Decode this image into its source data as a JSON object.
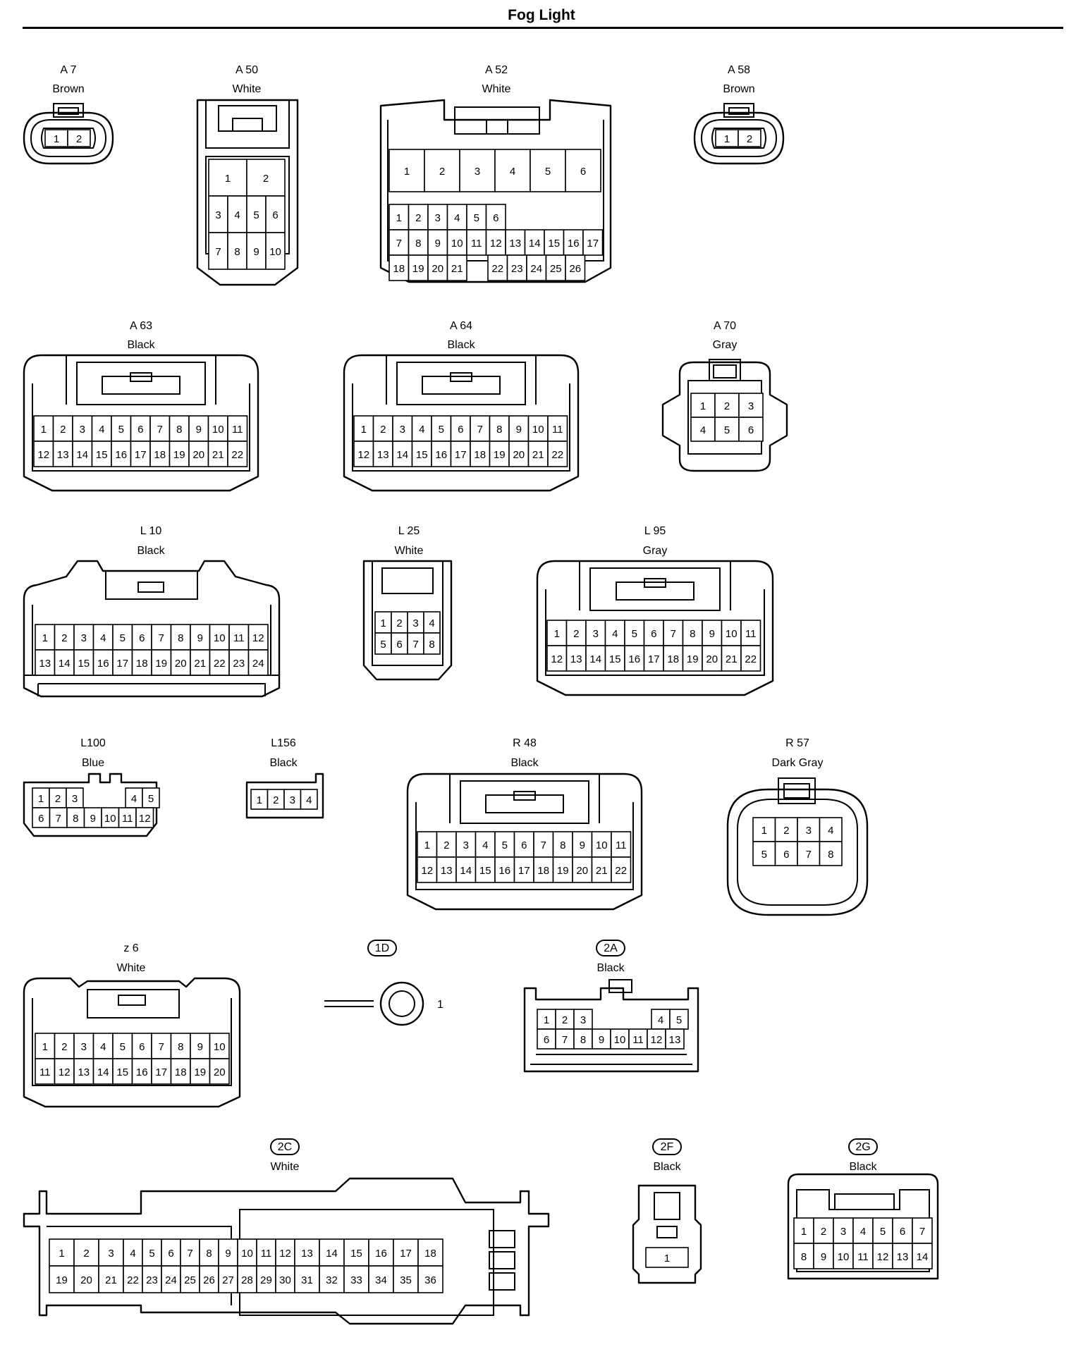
{
  "title": "Fog Light",
  "connectors": [
    {
      "id": "A 7",
      "color": "Brown",
      "pins": [
        [
          "1",
          "2"
        ]
      ]
    },
    {
      "id": "A 50",
      "color": "White",
      "pins": [
        [
          "1",
          "2"
        ],
        [
          "3",
          "4",
          "5",
          "6"
        ],
        [
          "7",
          "8",
          "9",
          "10"
        ]
      ]
    },
    {
      "id": "A 52",
      "color": "White",
      "pins": [
        [
          "1",
          "2",
          "3",
          "4",
          "5",
          "6"
        ],
        [
          "7",
          "8",
          "9",
          "10",
          "11",
          "12",
          "13",
          "14",
          "15",
          "16",
          "17"
        ],
        [
          "18",
          "19",
          "20",
          "21",
          "",
          "22",
          "23",
          "24",
          "25",
          "26"
        ]
      ]
    },
    {
      "id": "A 58",
      "color": "Brown",
      "pins": [
        [
          "1",
          "2"
        ]
      ]
    },
    {
      "id": "A 63",
      "color": "Black",
      "pins": [
        [
          "1",
          "2",
          "3",
          "4",
          "5",
          "6",
          "7",
          "8",
          "9",
          "10",
          "11"
        ],
        [
          "12",
          "13",
          "14",
          "15",
          "16",
          "17",
          "18",
          "19",
          "20",
          "21",
          "22"
        ]
      ]
    },
    {
      "id": "A 64",
      "color": "Black",
      "pins": [
        [
          "1",
          "2",
          "3",
          "4",
          "5",
          "6",
          "7",
          "8",
          "9",
          "10",
          "11"
        ],
        [
          "12",
          "13",
          "14",
          "15",
          "16",
          "17",
          "18",
          "19",
          "20",
          "21",
          "22"
        ]
      ]
    },
    {
      "id": "A 70",
      "color": "Gray",
      "pins": [
        [
          "1",
          "2",
          "3"
        ],
        [
          "4",
          "5",
          "6"
        ]
      ]
    },
    {
      "id": "L 10",
      "color": "Black",
      "pins": [
        [
          "1",
          "2",
          "3",
          "4",
          "5",
          "6",
          "7",
          "8",
          "9",
          "10",
          "11",
          "12"
        ],
        [
          "13",
          "14",
          "15",
          "16",
          "17",
          "18",
          "19",
          "20",
          "21",
          "22",
          "23",
          "24"
        ]
      ]
    },
    {
      "id": "L 25",
      "color": "White",
      "pins": [
        [
          "1",
          "2",
          "3",
          "4"
        ],
        [
          "5",
          "6",
          "7",
          "8"
        ]
      ]
    },
    {
      "id": "L 95",
      "color": "Gray",
      "pins": [
        [
          "1",
          "2",
          "3",
          "4",
          "5",
          "6",
          "7",
          "8",
          "9",
          "10",
          "11"
        ],
        [
          "12",
          "13",
          "14",
          "15",
          "16",
          "17",
          "18",
          "19",
          "20",
          "21",
          "22"
        ]
      ]
    },
    {
      "id": "L100",
      "color": "Blue",
      "pins": [
        [
          "1",
          "2",
          "3",
          "",
          "",
          "4",
          "5"
        ],
        [
          "6",
          "7",
          "8",
          "9",
          "10",
          "11",
          "12"
        ]
      ]
    },
    {
      "id": "L156",
      "color": "Black",
      "pins": [
        [
          "1",
          "2",
          "3",
          "4"
        ]
      ]
    },
    {
      "id": "R 48",
      "color": "Black",
      "pins": [
        [
          "1",
          "2",
          "3",
          "4",
          "5",
          "6",
          "7",
          "8",
          "9",
          "10",
          "11"
        ],
        [
          "12",
          "13",
          "14",
          "15",
          "16",
          "17",
          "18",
          "19",
          "20",
          "21",
          "22"
        ]
      ]
    },
    {
      "id": "R 57",
      "color": "Dark Gray",
      "pins": [
        [
          "1",
          "2",
          "3",
          "4"
        ],
        [
          "5",
          "6",
          "7",
          "8"
        ]
      ]
    },
    {
      "id": "z 6",
      "color": "White",
      "pins": [
        [
          "1",
          "2",
          "3",
          "4",
          "5",
          "6",
          "7",
          "8",
          "9",
          "10"
        ],
        [
          "11",
          "12",
          "13",
          "14",
          "15",
          "16",
          "17",
          "18",
          "19",
          "20"
        ]
      ]
    },
    {
      "id": "1D",
      "color": "",
      "pins": [
        [
          "1"
        ]
      ]
    },
    {
      "id": "2A",
      "color": "Black",
      "pins": [
        [
          "1",
          "2",
          "3",
          "",
          "4",
          "5"
        ],
        [
          "6",
          "7",
          "8",
          "9",
          "10",
          "11",
          "12",
          "13"
        ]
      ]
    },
    {
      "id": "2C",
      "color": "White",
      "pins": [
        [
          "1",
          "2",
          "3",
          "4",
          "5",
          "6",
          "7",
          "8",
          "9",
          "10",
          "11",
          "12",
          "13",
          "14",
          "15",
          "16",
          "17",
          "18"
        ],
        [
          "19",
          "20",
          "21",
          "22",
          "23",
          "24",
          "25",
          "26",
          "27",
          "28",
          "29",
          "30",
          "31",
          "32",
          "33",
          "34",
          "35",
          "36"
        ]
      ]
    },
    {
      "id": "2F",
      "color": "Black",
      "pins": [
        [
          "1"
        ]
      ]
    },
    {
      "id": "2G",
      "color": "Black",
      "pins": [
        [
          "1",
          "2",
          "3",
          "4",
          "5",
          "6",
          "7"
        ],
        [
          "8",
          "9",
          "10",
          "11",
          "12",
          "13",
          "14"
        ]
      ]
    }
  ]
}
